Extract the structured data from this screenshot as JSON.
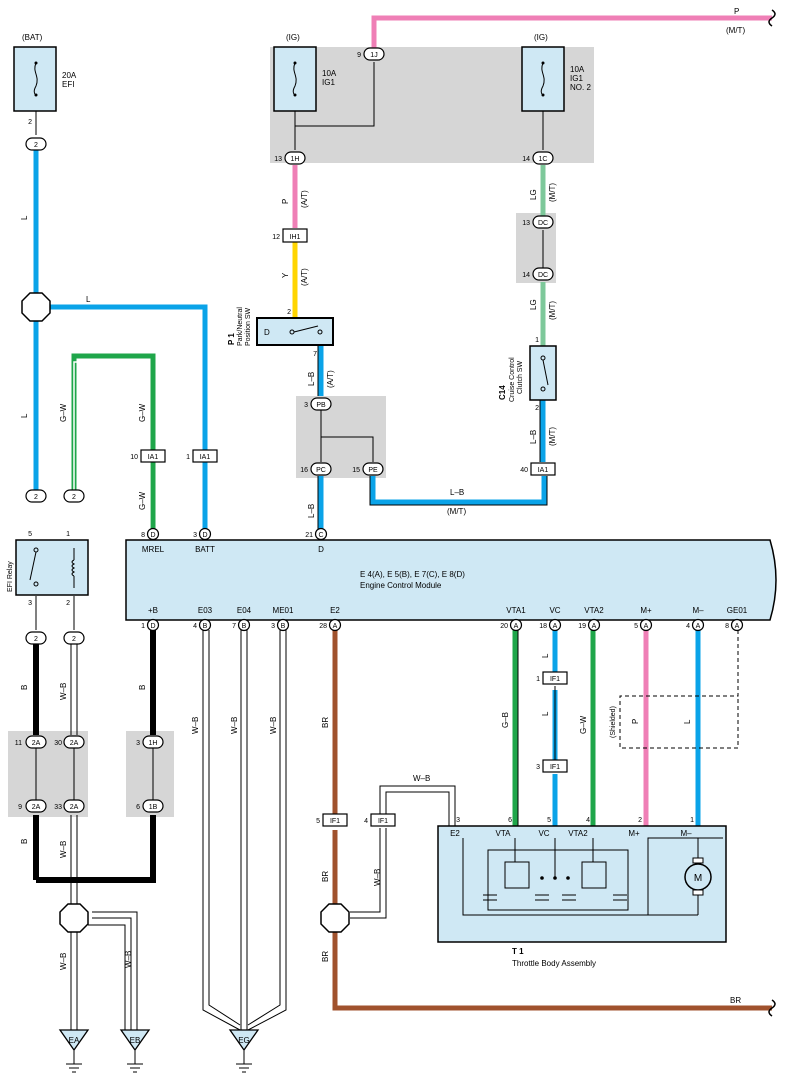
{
  "header": {
    "wire_p": "P",
    "wire_p_note": "(M/T)"
  },
  "fuses": {
    "bat_source": "(BAT)",
    "efi_rating": "20A",
    "efi_name": "EFI",
    "ig_source": "(IG)",
    "ig1_rating": "10A",
    "ig1_name": "IG1",
    "ig1n2_rating": "10A",
    "ig1n2_name": "IG1",
    "ig1n2_name2": "NO. 2"
  },
  "connectors": {
    "c1J": "1J",
    "c1H": "1H",
    "c1C": "1C",
    "cIH1": "IH1",
    "cDC_a": "DC",
    "cDC_b": "DC",
    "cPB": "PB",
    "cPC": "PC",
    "cPE": "PE",
    "cIA1_a": "IA1",
    "cIA1_b": "IA1",
    "cIA1_c": "IA1",
    "c2_a": "2",
    "c2_b": "2",
    "c2_c": "2",
    "c2_d": "2",
    "c2_e": "2",
    "c2A_a": "2A",
    "c2A_b": "2A",
    "c2A_c": "2A",
    "c2A_d": "2A",
    "c1H_b": "1H",
    "c1B": "1B",
    "cIF1_a": "IF1",
    "cIF1_b": "IF1",
    "cIF1_c": "IF1",
    "cIF1_d": "IF1"
  },
  "pins": {
    "p2_efi": "2",
    "p9": "9",
    "p13": "13",
    "p14": "14",
    "p12": "12",
    "p13b": "13",
    "p14b": "14",
    "p2_pn": "2",
    "p7_pn": "7",
    "p1_c14": "1",
    "p2_c14": "2",
    "p3_pb": "3",
    "p16": "16",
    "p15": "15",
    "p40": "40",
    "p10": "10",
    "p1_ia1": "1",
    "p8": "8",
    "p3_batt": "3",
    "p21": "21",
    "p5_relay": "5",
    "p1_relay": "1",
    "p3_relay": "3",
    "p2_relay": "2",
    "p11": "11",
    "p30": "30",
    "p9b": "9",
    "p33": "33",
    "p3_1h": "3",
    "p6_1b": "6",
    "e1": "1",
    "e4": "4",
    "e7": "7",
    "e3": "3",
    "e28": "28",
    "e20": "20",
    "e18": "18",
    "e19": "19",
    "e5": "5",
    "e4b": "4",
    "e8": "8",
    "if1_1": "1",
    "if1_3": "3",
    "if1_5": "5",
    "if1_4": "4",
    "t3": "3",
    "t6": "6",
    "t5": "5",
    "t4": "4",
    "t2": "2",
    "t1": "1"
  },
  "wire_labels": {
    "L1": "L",
    "L2": "L",
    "L3": "L",
    "GW1": "G–W",
    "GW2": "G–W",
    "GW3": "G–W",
    "P_at": "P",
    "P_at_note": "(A/T)",
    "Y": "Y",
    "Y_note": "(A/T)",
    "LG1": "LG",
    "LG1_note": "(M/T)",
    "LG2": "LG",
    "LG2_note": "(M/T)",
    "LB1": "L–B",
    "LB1_note": "(A/T)",
    "LB2": "L–B",
    "LB2_note": "(M/T)",
    "LB3": "L–B",
    "LB3_note": "(M/T)",
    "LB4": "L–B",
    "B1": "B",
    "B2": "B",
    "B3": "B",
    "WB1": "W–B",
    "WB2": "W–B",
    "WB3": "W–B",
    "WB4": "W–B",
    "WB5": "W–B",
    "WB6": "W–B",
    "WB7": "W–B",
    "WB8": "W–B",
    "BR1": "BR",
    "BR2": "BR",
    "BR3": "BR",
    "BR4": "BR",
    "GB": "G–B",
    "L4": "L",
    "L5": "L",
    "GW4": "G–W",
    "shield": "(Shielded)",
    "P2": "P",
    "L6": "L"
  },
  "components": {
    "pn_code": "P 1",
    "pn_name1": "Park/Neutral",
    "pn_name2": "Position SW",
    "pn_contact": "D",
    "c14_code": "C14",
    "c14_name1": "Cruise Control",
    "c14_name2": "Clutch SW",
    "relay_name": "EFI Relay",
    "ecm_codes": "E 4(A), E 5(B), E 7(C), E 8(D)",
    "ecm_name": "Engine Control Module",
    "t1_code": "T 1",
    "t1_name": "Throttle Body Assembly",
    "motor": "M"
  },
  "ecm_terms": {
    "mrel": "MREL",
    "batt": "BATT",
    "d": "D",
    "plusb": "+B",
    "e03": "E03",
    "e04": "E04",
    "me01": "ME01",
    "e2": "E2",
    "vta1": "VTA1",
    "vc": "VC",
    "vta2": "VTA2",
    "mplus": "M+",
    "mminus": "M–",
    "ge01": "GE01",
    "pD1": "D",
    "pD2": "D",
    "pC": "C",
    "pD3": "D",
    "pB1": "B",
    "pB2": "B",
    "pB3": "B",
    "pA1": "A",
    "pA2": "A",
    "pA3": "A",
    "pA4": "A",
    "pA5": "A",
    "pA6": "A",
    "pA7": "A"
  },
  "t1_terms": {
    "e2": "E2",
    "vta": "VTA",
    "vc": "VC",
    "vta2": "VTA2",
    "mplus": "M+",
    "mminus": "M–"
  },
  "grounds": {
    "ea": "EA",
    "eb": "EB",
    "eg": "EG"
  },
  "colors": {
    "blue": "#0aa3e8",
    "pink": "#ef7fb6",
    "green": "#1fa64a",
    "lgreen": "#7dc89a",
    "yellow": "#ffd500",
    "brown": "#a0522d",
    "black": "#000000",
    "panel": "#cfe8f4",
    "gray": "#d6d6d6"
  }
}
